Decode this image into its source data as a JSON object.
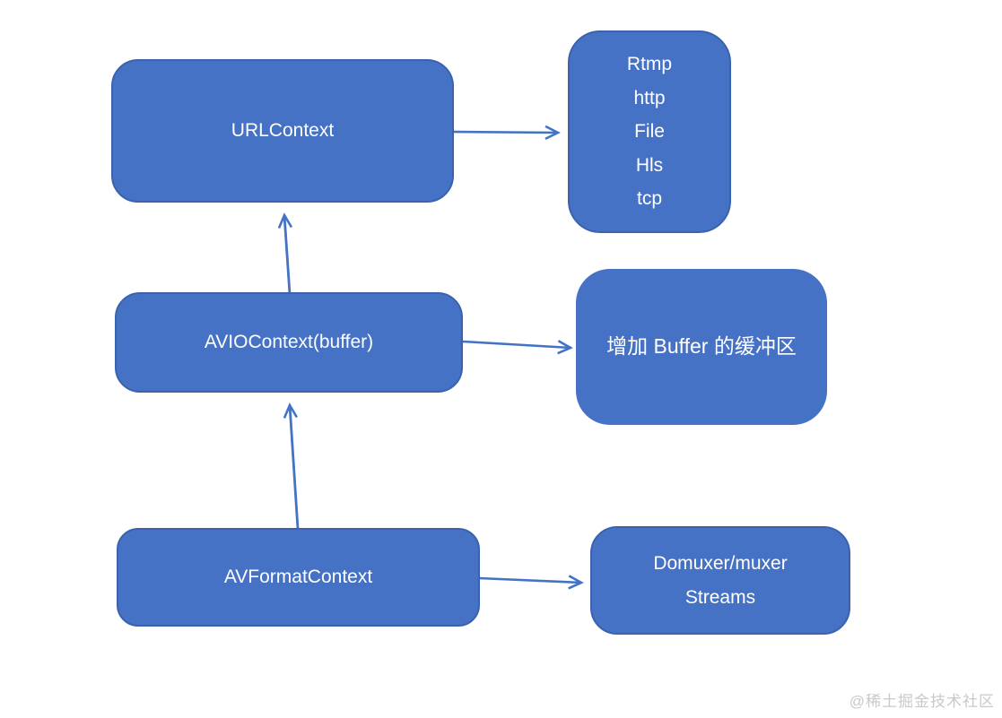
{
  "diagram": {
    "boxes": {
      "url_context": {
        "label": "URLContext"
      },
      "protocols": {
        "lines": [
          "Rtmp",
          "http",
          "File",
          "Hls",
          "tcp"
        ]
      },
      "avio_context": {
        "label": "AVIOContext(buffer)"
      },
      "buffer_note": {
        "label": "增加 Buffer 的缓冲区"
      },
      "avformat_context": {
        "label": "AVFormatContext"
      },
      "demuxer": {
        "lines": [
          "Domuxer/muxer",
          "Streams"
        ]
      }
    },
    "edges": [
      {
        "from": "url_context",
        "to": "protocols"
      },
      {
        "from": "avio_context",
        "to": "url_context"
      },
      {
        "from": "avio_context",
        "to": "buffer_note"
      },
      {
        "from": "avformat_context",
        "to": "avio_context"
      },
      {
        "from": "avformat_context",
        "to": "demuxer"
      }
    ],
    "colors": {
      "box_fill": "#4672C6",
      "box_border": "#3A62AE",
      "box_text": "#FFFFFF",
      "arrow": "#4472C4",
      "watermark": "#C9C9C9"
    },
    "watermark": "@稀土掘金技术社区"
  }
}
